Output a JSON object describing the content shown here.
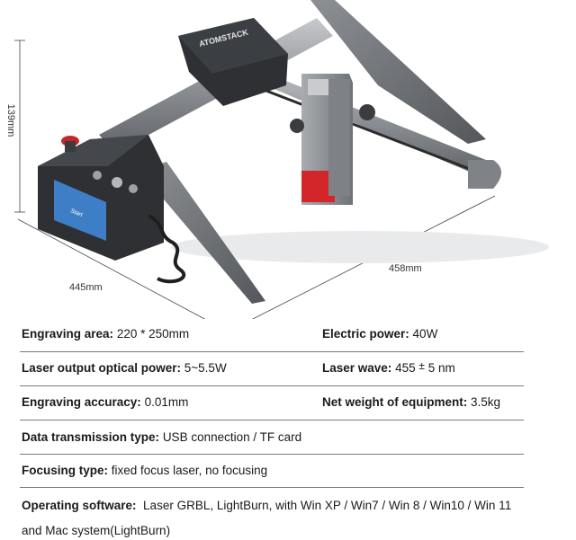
{
  "dimensions": {
    "height": "139mm",
    "width": "445mm",
    "depth": "458mm"
  },
  "brand_logo": "ATOMSTACK",
  "screen_button": "Start",
  "specs": {
    "engraving_area": {
      "label": "Engraving area:",
      "value": "220 * 250mm"
    },
    "electric_power": {
      "label": "Electric power:",
      "value": "40W"
    },
    "laser_output": {
      "label": "Laser output optical power:",
      "value": "5~5.5W"
    },
    "laser_wave": {
      "label": "Laser wave:",
      "value_pre": "455",
      "value_pm": "±",
      "value_post": "5 nm"
    },
    "engraving_accuracy": {
      "label": "Engraving accuracy:",
      "value": "0.01mm"
    },
    "net_weight": {
      "label": "Net weight of equipment:",
      "value": "3.5kg"
    },
    "data_transmission": {
      "label": "Data transmission type:",
      "value": "USB connection / TF card"
    },
    "focusing": {
      "label": "Focusing type:",
      "value": "fixed focus laser, no focusing"
    },
    "software": {
      "label": "Operating software:",
      "value": "Laser GRBL, LightBurn, with Win XP / Win7 / Win 8 / Win10 / Win 11",
      "value_line2": "and Mac system(LightBurn)"
    }
  },
  "colors": {
    "frame": "#8f9296",
    "dark_body": "#2e3033",
    "laser_red": "#d3262a",
    "divider": "#7a7a7a"
  }
}
